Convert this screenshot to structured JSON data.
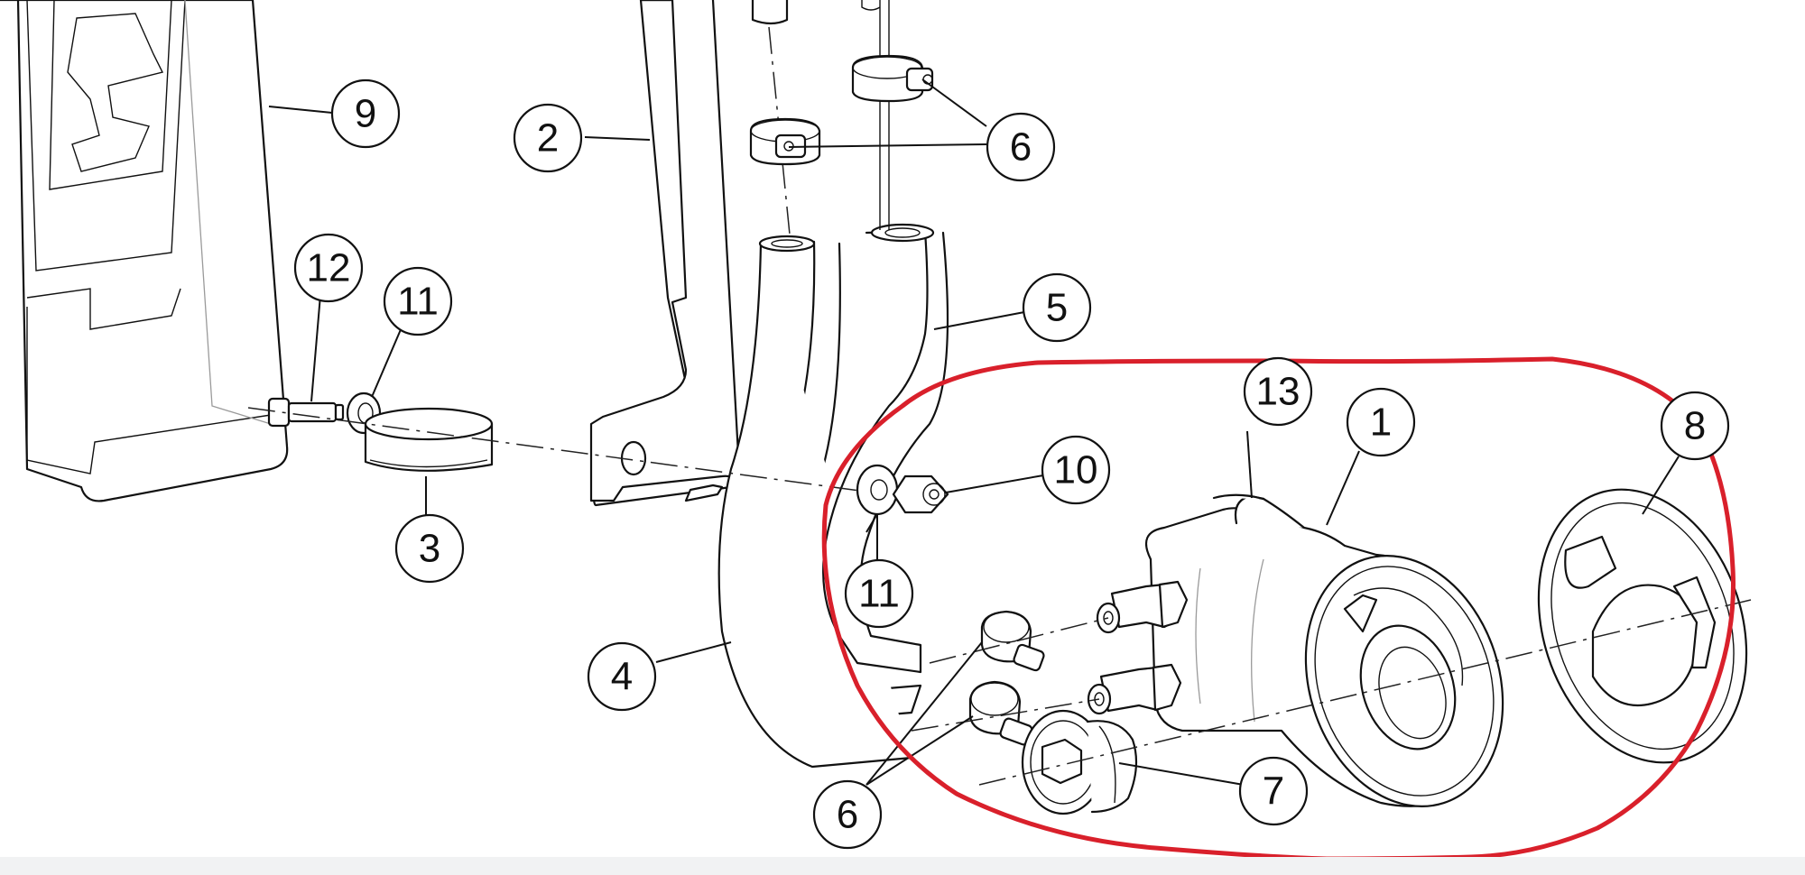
{
  "diagram": {
    "callouts": [
      {
        "id": "9",
        "label": "9"
      },
      {
        "id": "2",
        "label": "2"
      },
      {
        "id": "6-top",
        "label": "6"
      },
      {
        "id": "12",
        "label": "12"
      },
      {
        "id": "11-left",
        "label": "11"
      },
      {
        "id": "5",
        "label": "5"
      },
      {
        "id": "3",
        "label": "3"
      },
      {
        "id": "13",
        "label": "13"
      },
      {
        "id": "1",
        "label": "1"
      },
      {
        "id": "8",
        "label": "8"
      },
      {
        "id": "10",
        "label": "10"
      },
      {
        "id": "11-mid",
        "label": "11"
      },
      {
        "id": "4",
        "label": "4"
      },
      {
        "id": "7",
        "label": "7"
      },
      {
        "id": "6-bottom",
        "label": "6"
      }
    ],
    "highlight_color": "#d9202b",
    "line_color": "#111111"
  }
}
